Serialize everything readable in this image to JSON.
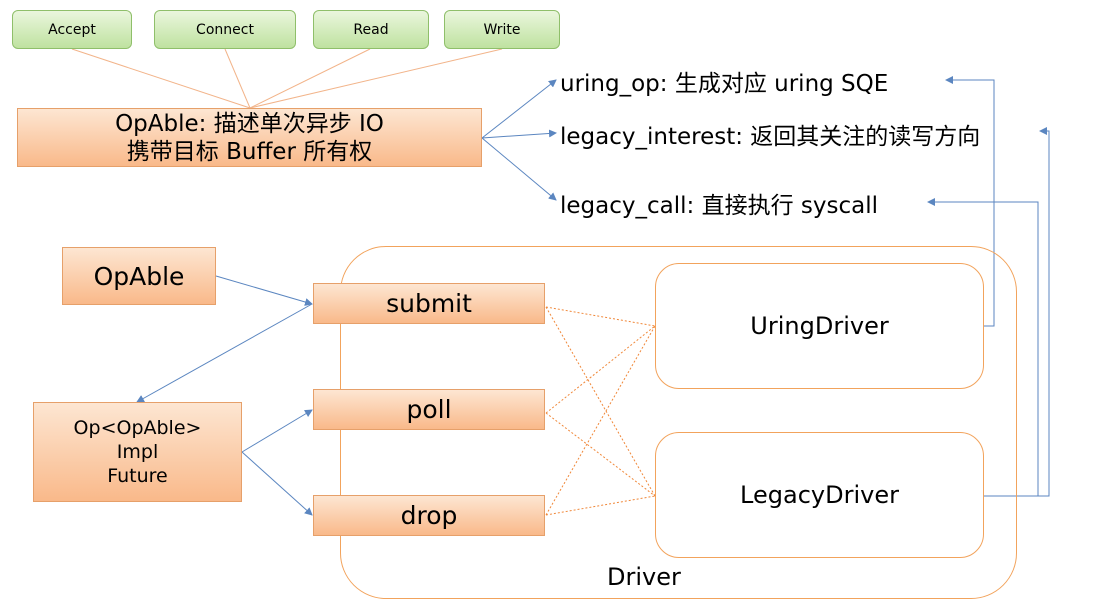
{
  "ops": [
    {
      "label": "Accept"
    },
    {
      "label": "Connect"
    },
    {
      "label": "Read"
    },
    {
      "label": "Write"
    }
  ],
  "opable_desc": {
    "line1": "OpAble: 描述单次异步 IO",
    "line2": "携带目标 Buffer 所有权"
  },
  "methods": {
    "uring_op": "uring_op: 生成对应 uring SQE",
    "legacy_interest": "legacy_interest: 返回其关注的读写方向",
    "legacy_call": "legacy_call: 直接执行 syscall"
  },
  "opable": "OpAble",
  "op_future": {
    "line1": "Op<OpAble>",
    "line2": "Impl",
    "line3": "Future"
  },
  "driver": {
    "label": "Driver",
    "actions": [
      "submit",
      "poll",
      "drop"
    ],
    "uring": "UringDriver",
    "legacy": "LegacyDriver"
  },
  "colors": {
    "green_fill": "#bfe2a0",
    "orange_fill": "#f9b98a",
    "border_orange": "#f2a35c",
    "arrow_blue": "#5b86c0"
  }
}
